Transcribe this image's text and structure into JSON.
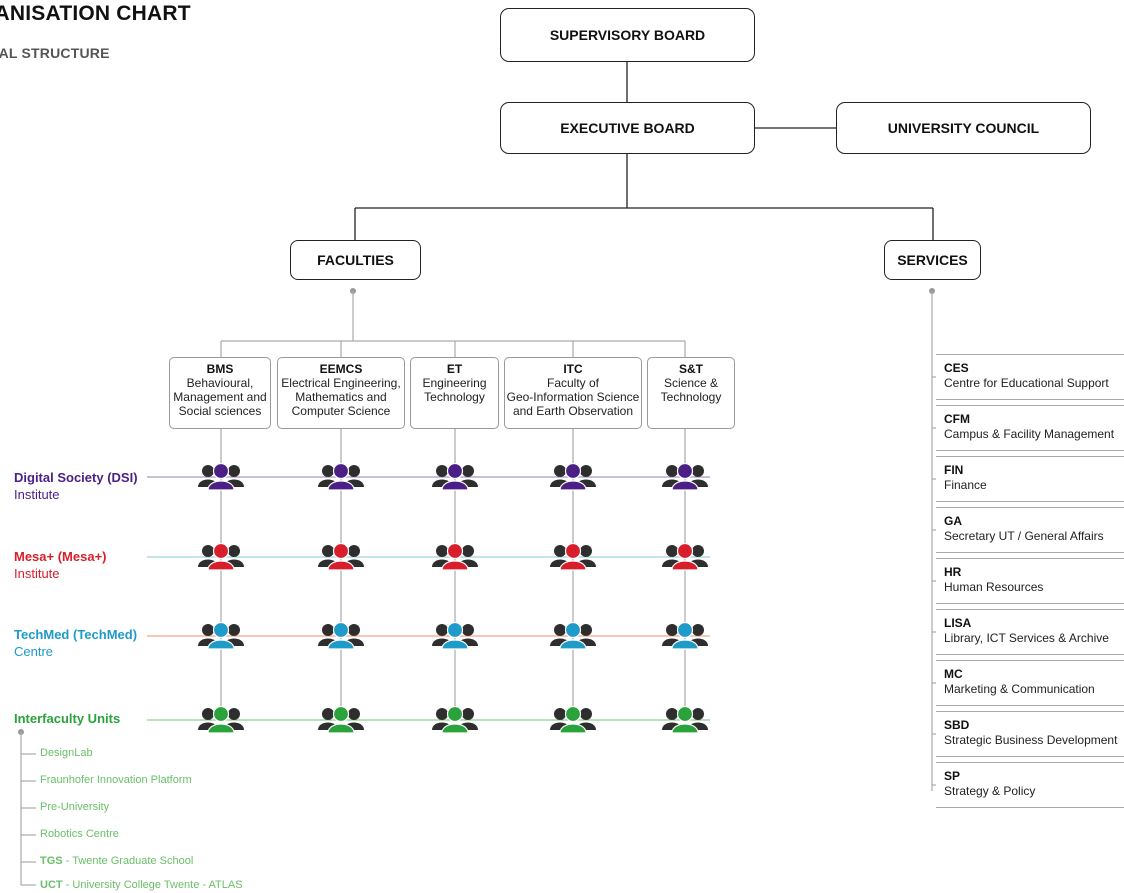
{
  "header": {
    "title": "GANISATION CHART",
    "subtitle": "RNAL STRUCTURE"
  },
  "top": {
    "supervisory_board": "SUPERVISORY BOARD",
    "executive_board": "EXECUTIVE BOARD",
    "university_council": "UNIVERSITY COUNCIL",
    "faculties": "FACULTIES",
    "services": "SERVICES"
  },
  "faculties": [
    {
      "code": "BMS",
      "name": "Behavioural,\nManagement and\nSocial sciences"
    },
    {
      "code": "EEMCS",
      "name": "Electrical Engineering,\nMathematics and\nComputer Science"
    },
    {
      "code": "ET",
      "name": "Engineering\nTechnology"
    },
    {
      "code": "ITC",
      "name": "Faculty of\nGeo-Information Science\nand Earth Observation"
    },
    {
      "code": "S&T",
      "name": "Science &\nTechnology"
    }
  ],
  "institutes": [
    {
      "name": "Digital Society (DSI)",
      "sub": "Institute",
      "color": "#4b1f86",
      "line_color": "#a89ac4"
    },
    {
      "name": "Mesa+ (Mesa+)",
      "sub": "Institute",
      "color": "#d81e2c",
      "line_color": "#9fd3e3"
    },
    {
      "name": "TechMed (TechMed)",
      "sub": "Centre",
      "color": "#1f9bc9",
      "line_color": "#f2a38a"
    },
    {
      "name": "Interfaculty Units",
      "sub": "",
      "color": "#2aa33d",
      "line_color": "#8ccf8f"
    }
  ],
  "interfaculty_units": [
    {
      "prefix": "",
      "text": "DesignLab"
    },
    {
      "prefix": "",
      "text": "Fraunhofer Innovation Platform"
    },
    {
      "prefix": "",
      "text": "Pre-University"
    },
    {
      "prefix": "",
      "text": "Robotics Centre"
    },
    {
      "prefix": "TGS",
      "text": " - Twente Graduate School"
    },
    {
      "prefix": "UCT",
      "text": " - University College Twente - ATLAS"
    }
  ],
  "services": [
    {
      "code": "CES",
      "name": "Centre for Educational Support"
    },
    {
      "code": "CFM",
      "name": "Campus & Facility Management"
    },
    {
      "code": "FIN",
      "name": "Finance"
    },
    {
      "code": "GA",
      "name": "Secretary UT / General Affairs"
    },
    {
      "code": "HR",
      "name": "Human Resources"
    },
    {
      "code": "LISA",
      "name": "Library, ICT Services & Archive"
    },
    {
      "code": "MC",
      "name": "Marketing & Communication"
    },
    {
      "code": "SBD",
      "name": "Strategic Business Development"
    },
    {
      "code": "SP",
      "name": "Strategy & Policy"
    }
  ],
  "colors": {
    "box_border": "#222222",
    "unit_text": "#6abf69",
    "people_grey": "#2e2e2e"
  }
}
